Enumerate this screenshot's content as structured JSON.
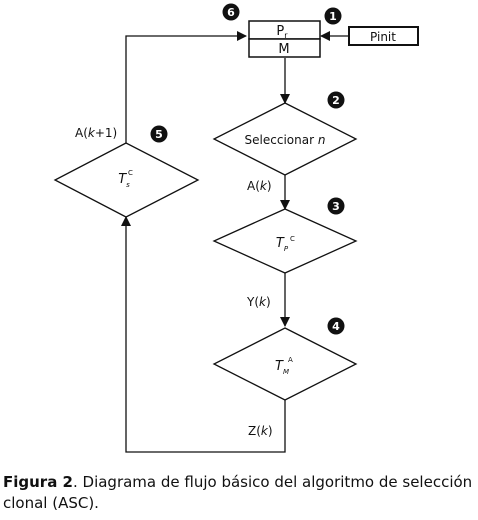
{
  "diagram": {
    "nodes": {
      "pr": {
        "base": "P",
        "sub": "r"
      },
      "m": "M",
      "pinit": "Pinit",
      "select": {
        "text": "Seleccionar ",
        "var": "n"
      },
      "tp": {
        "base": "T",
        "sub": "P",
        "sup": "C"
      },
      "tm": {
        "base": "T",
        "sub": "M",
        "sup": "A"
      },
      "ts": {
        "base": "T",
        "sub": "s",
        "sup": "C"
      }
    },
    "edges": {
      "a_k": {
        "pre": "A(",
        "var": "k",
        "post": ")"
      },
      "y_k": {
        "pre": "Y(",
        "var": "k",
        "post": ")"
      },
      "z_k": {
        "pre": "Z(",
        "var": "k",
        "post": ")"
      },
      "a_k1": {
        "pre": "A(",
        "var": "k",
        "post": "+1)"
      }
    },
    "badges": [
      "1",
      "2",
      "3",
      "4",
      "5",
      "6"
    ]
  },
  "caption": {
    "label": "Figura 2",
    "text": ". Diagrama de flujo básico del algoritmo de selección clonal (ASC)."
  }
}
